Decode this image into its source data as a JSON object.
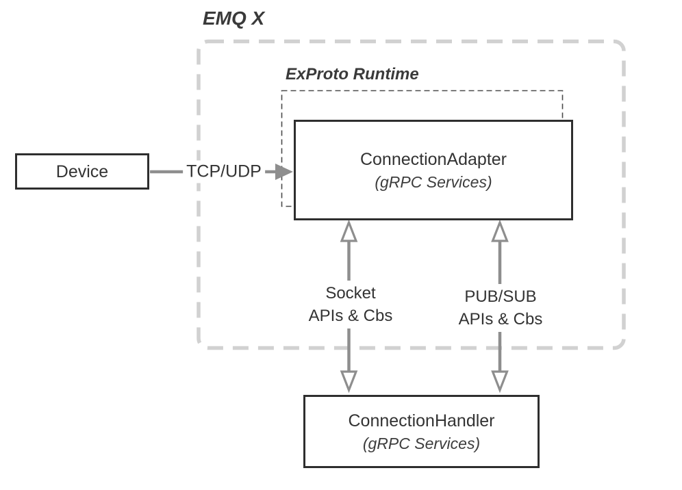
{
  "groups": {
    "emqx": {
      "label": "EMQ X"
    },
    "exproto": {
      "label": "ExProto Runtime"
    }
  },
  "nodes": {
    "device": {
      "label": "Device"
    },
    "adapter": {
      "title": "ConnectionAdapter",
      "subtitle": "(gRPC Services)"
    },
    "handler": {
      "title": "ConnectionHandler",
      "subtitle": "(gRPC Services)"
    }
  },
  "edges": {
    "tcp_udp": {
      "label": "TCP/UDP",
      "direction": "device-to-adapter"
    },
    "socket": {
      "line1": "Socket",
      "line2": "APIs & Cbs",
      "direction": "bidirectional"
    },
    "pubsub": {
      "line1": "PUB/SUB",
      "line2": "APIs & Cbs",
      "direction": "bidirectional"
    }
  },
  "colors": {
    "box_border": "#2e2e2e",
    "text": "#3a3a3a",
    "arrow": "#8e8e8e",
    "outer_group_dash": "#d1d1d1",
    "inner_group_dash": "#4a4a4a",
    "background": "#ffffff"
  }
}
